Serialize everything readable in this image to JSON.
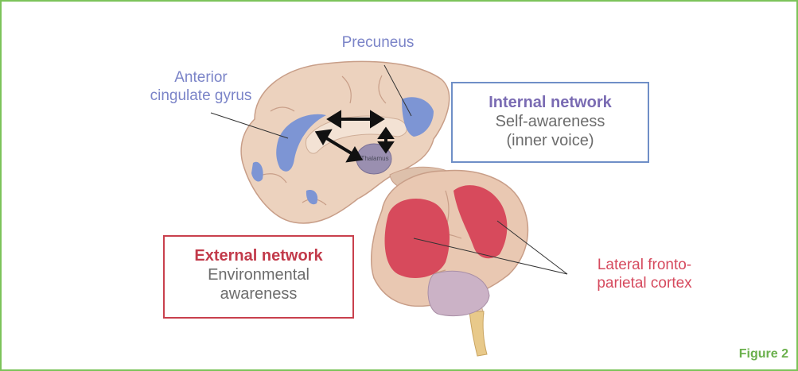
{
  "figure": {
    "caption": "Figure 2"
  },
  "labels": {
    "precuneus": "Precuneus",
    "anterior_cingulate": [
      "Anterior",
      "cingulate gyrus"
    ],
    "lateral_cortex": [
      "Lateral fronto-",
      "parietal cortex"
    ],
    "thalamus": "Thalamus"
  },
  "internal_box": {
    "title": "Internal network",
    "lines": [
      "Self-awareness",
      "(inner voice)"
    ]
  },
  "external_box": {
    "title": "External network",
    "lines": [
      "Environmental",
      "awareness"
    ]
  },
  "colors": {
    "frame": "#7cc35a",
    "internal": "#6f8fc7",
    "external": "#c9404d",
    "brain": "#e8c9b3",
    "caption": "#6ab04c"
  }
}
